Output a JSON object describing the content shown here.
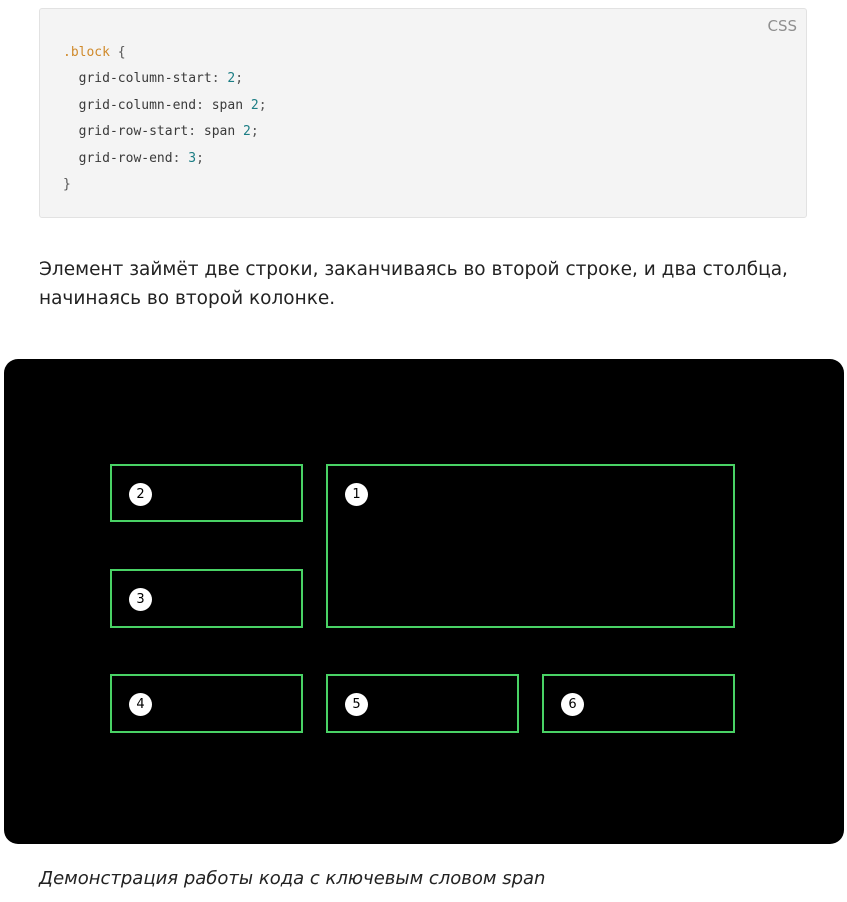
{
  "code_block": {
    "language": "CSS",
    "selector": ".block",
    "open_brace": " {",
    "close_brace": "}",
    "lines": [
      {
        "property": "grid-column-start",
        "value": "",
        "number": "2"
      },
      {
        "property": "grid-column-end",
        "value": "span ",
        "number": "2"
      },
      {
        "property": "grid-row-start",
        "value": "span ",
        "number": "2"
      },
      {
        "property": "grid-row-end",
        "value": "",
        "number": "3"
      }
    ],
    "colon": ": ",
    "semicolon": ";"
  },
  "paragraph": {
    "text": "Элемент займёт две строки, заканчиваясь во второй строке, и два столбца, начинаясь во второй колонке."
  },
  "demo": {
    "accent_color": "#49d265",
    "background_color": "#000000",
    "cells": [
      {
        "label": "2"
      },
      {
        "label": "1"
      },
      {
        "label": "3"
      },
      {
        "label": "4"
      },
      {
        "label": "5"
      },
      {
        "label": "6"
      }
    ]
  },
  "caption": {
    "text": "Демонстрация работы кода с ключевым словом span"
  }
}
